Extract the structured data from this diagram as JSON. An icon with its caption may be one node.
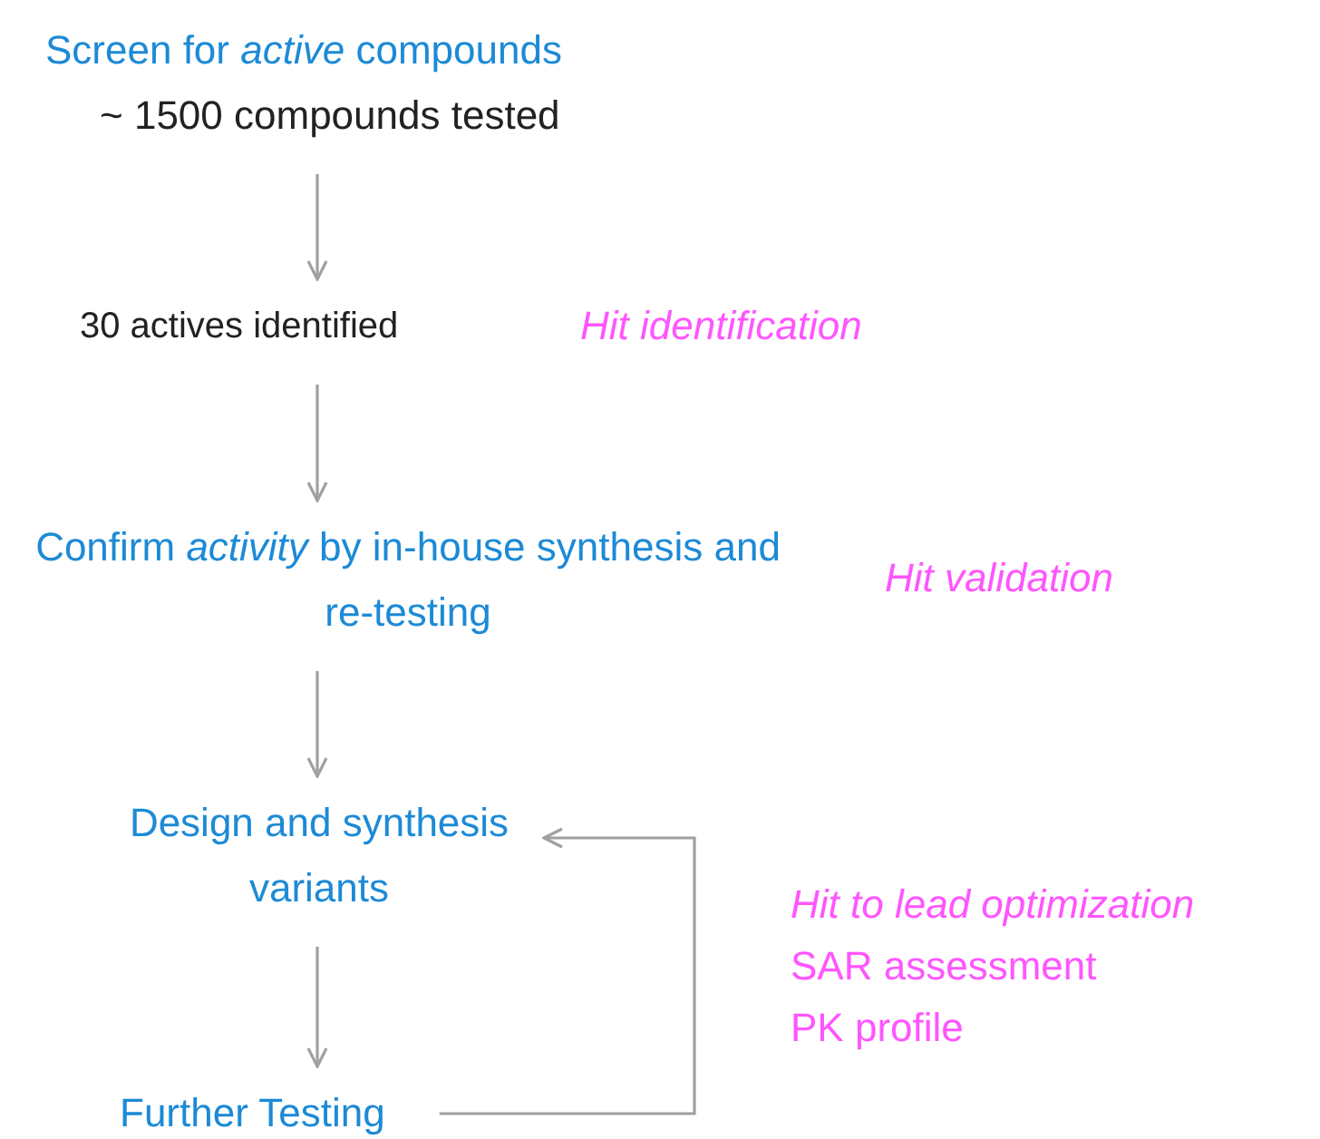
{
  "diagram": {
    "nodes": [
      {
        "text": [
          "Screen for *active* compounds",
          "~ 1500 compounds tested"
        ]
      },
      {
        "text": [
          "30 actives identified"
        ]
      },
      {
        "text": [
          "Confirm *activity* by in-house synthesis and re-testing"
        ]
      },
      {
        "text": [
          "Design and synthesis variants"
        ]
      },
      {
        "text": [
          "Further Testing"
        ]
      }
    ],
    "edges": [
      {
        "from": 0,
        "to": 1,
        "arrow": "to"
      },
      {
        "from": 1,
        "to": 2,
        "arrow": "to"
      },
      {
        "from": 2,
        "to": 3,
        "arrow": "to"
      },
      {
        "from": 3,
        "to": 4,
        "arrow": "to"
      },
      {
        "from": 4,
        "to": 3,
        "arrow": "to"
      }
    ],
    "labels": [
      "Hit identification",
      "Hit validation",
      "Hit to lead optimization",
      "SAR assessment",
      "PK profile"
    ]
  }
}
